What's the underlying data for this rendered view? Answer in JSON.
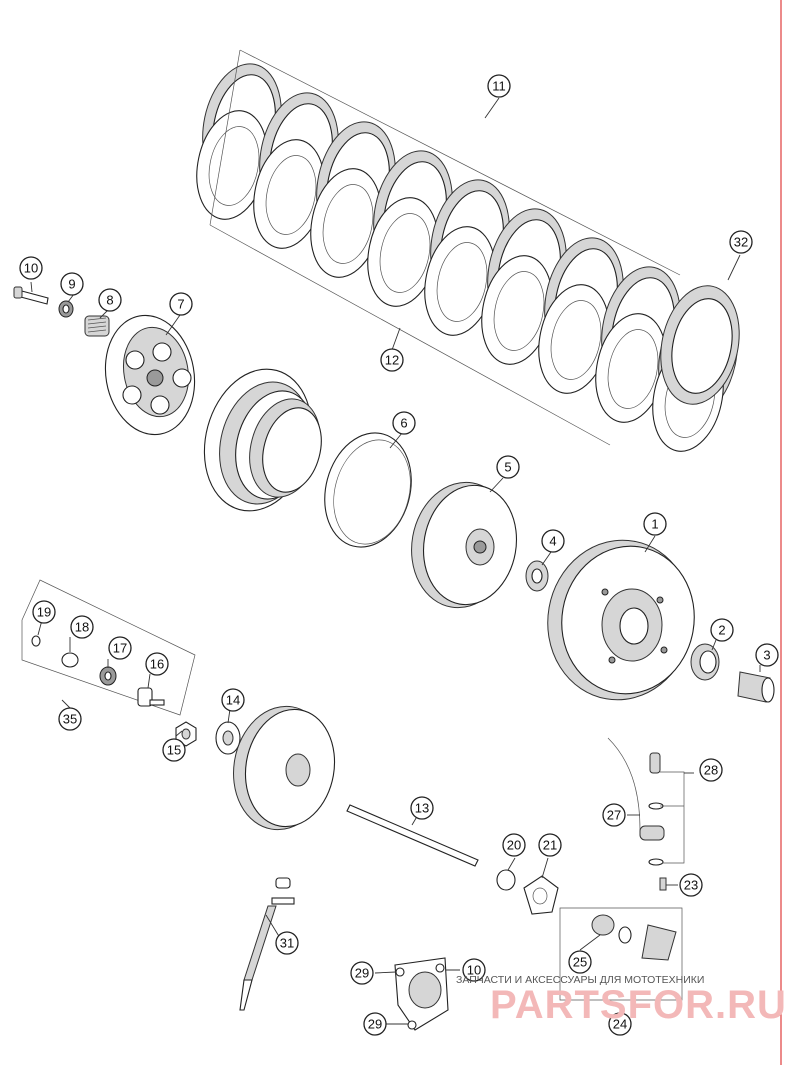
{
  "callouts": [
    "1",
    "2",
    "3",
    "4",
    "5",
    "6",
    "7",
    "8",
    "9",
    "10",
    "11",
    "12",
    "13",
    "14",
    "15",
    "16",
    "17",
    "18",
    "19",
    "20",
    "21",
    "23",
    "24",
    "25",
    "27",
    "28",
    "29",
    "31",
    "32",
    "35"
  ],
  "watermark": {
    "caption": "ЗАПЧАСТИ И АКСЕССУАРЫ ДЛЯ МОТОТЕХНИКИ",
    "brand": "PARTSFOR.RU"
  },
  "colors": {
    "line": "#222222",
    "fill_grey": "#d6d6d6",
    "watermark": "#f3b8b8",
    "page_edge": "#e03c3c"
  }
}
